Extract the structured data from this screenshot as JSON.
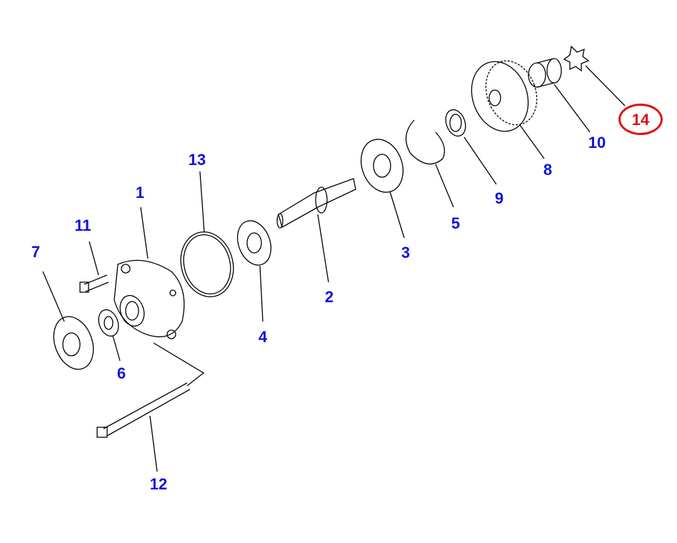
{
  "diagram": {
    "callouts": [
      {
        "id": "1",
        "label": "1"
      },
      {
        "id": "2",
        "label": "2"
      },
      {
        "id": "3",
        "label": "3"
      },
      {
        "id": "4",
        "label": "4"
      },
      {
        "id": "5",
        "label": "5"
      },
      {
        "id": "6",
        "label": "6"
      },
      {
        "id": "7",
        "label": "7"
      },
      {
        "id": "8",
        "label": "8"
      },
      {
        "id": "9",
        "label": "9"
      },
      {
        "id": "10",
        "label": "10"
      },
      {
        "id": "11",
        "label": "11"
      },
      {
        "id": "12",
        "label": "12"
      },
      {
        "id": "13",
        "label": "13"
      },
      {
        "id": "14",
        "label": "14",
        "highlighted": true
      }
    ],
    "colors": {
      "callout": "#1010e0",
      "highlight": "#e01010",
      "line": "#000000"
    }
  }
}
